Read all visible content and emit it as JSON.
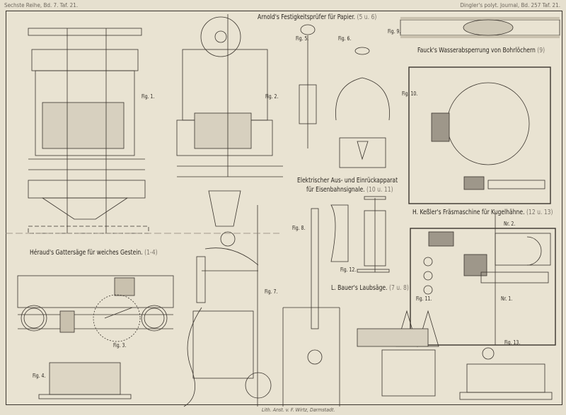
{
  "header": {
    "left": "Sechste Reihe, Bd. 7. Taf. 21.",
    "right": "Dingler's polyt. Journal, Bd. 257 Taf. 21."
  },
  "titles": {
    "arnold": "Arnold's Festigkeitsprüfer für Papier.",
    "arnold_ref": "(5 u. 6)",
    "fauck": "Fauck's Wasserabsperrung von Bohrlöchern",
    "fauck_ref": "(9)",
    "elektrisch_1": "Elektrischer Aus- und Einrückapparat",
    "elektrisch_2": "für Eisenbahnsignale.",
    "elektrisch_ref": "(10 u. 11)",
    "kessler": "H. Keßler's Fräsmaschine für Kugelhähne.",
    "kessler_ref": "(12 u. 13)",
    "heraud": "Héraud's Gattersäge für weiches Gestein.",
    "heraud_ref": "(1-4)",
    "bauer": "L. Bauer's Laubsäge.",
    "bauer_ref": "(7 u. 8)"
  },
  "figures": {
    "fig1": "Fig. 1.",
    "fig2": "Fig. 2.",
    "fig3": "Fig. 3.",
    "fig4": "Fig. 4.",
    "fig5": "Fig. 5.",
    "fig6": "Fig. 6.",
    "fig7": "Fig. 7.",
    "fig8": "Fig. 8.",
    "fig9": "Fig. 9.",
    "fig10": "Fig. 10.",
    "fig11": "Fig. 11.",
    "fig12": "Fig. 12.",
    "fig13": "Fig. 13.",
    "nr1": "Nr. 1.",
    "nr2": "Nr. 2."
  },
  "footer": "Lith. Anst. v. F. Wirtz, Darmstadt.",
  "colors": {
    "paper": "#e9e3d2",
    "ink": "#2f2a25",
    "hatch": "#8a8275"
  }
}
